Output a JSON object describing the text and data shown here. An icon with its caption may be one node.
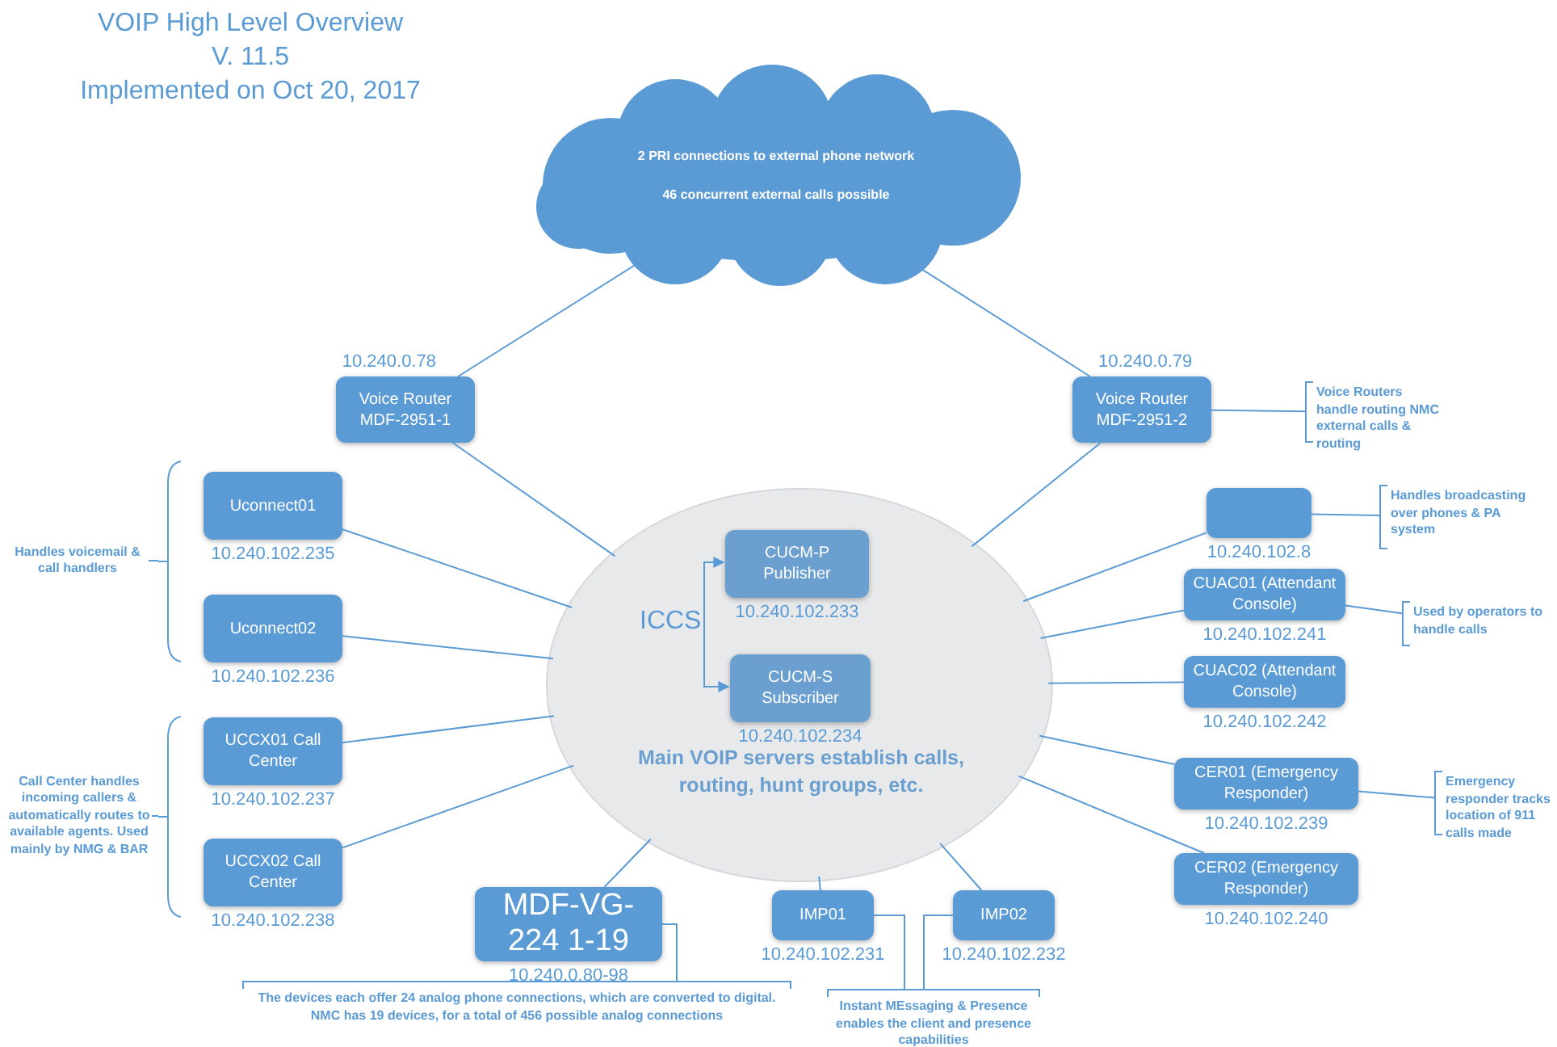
{
  "diagram": {
    "title": "VOIP High Level Overview",
    "nodes": [
      {
        "text": [
          "2 PRI connections to external phone network",
          "46 concurrent external calls possible"
        ]
      },
      {
        "text": [
          "Voice Router MDF-2951-1"
        ],
        "beside": [
          "10.240.0.78"
        ]
      },
      {
        "text": [
          "Voice Router MDF-2951-2"
        ],
        "beside": [
          "10.240.0.79"
        ]
      },
      {
        "text": [
          "Main VOIP servers establish calls, routing, hunt groups, etc."
        ]
      },
      {
        "text": [
          "CUCM-P Publisher"
        ],
        "in": 3,
        "beside": [
          "10.240.102.233"
        ]
      },
      {
        "text": [
          "CUCM-S Subscriber"
        ],
        "in": 3,
        "beside": [
          "10.240.102.234"
        ]
      },
      {
        "text": [
          "Uconnect01"
        ],
        "beside": [
          "10.240.102.235"
        ]
      },
      {
        "text": [
          "Uconnect02"
        ],
        "beside": [
          "10.240.102.236"
        ]
      },
      {
        "text": [
          "UCCX01 Call Center"
        ],
        "beside": [
          "10.240.102.237"
        ]
      },
      {
        "text": [
          "UCCX02 Call Center"
        ],
        "beside": [
          "10.240.102.238"
        ]
      },
      {
        "text": [
          "MDF-VG-224 1-19"
        ],
        "beside": [
          "10.240.0.80-98"
        ]
      },
      {
        "text": [
          "IMP01"
        ],
        "beside": [
          "10.240.102.231"
        ]
      },
      {
        "text": [
          "IMP02"
        ],
        "beside": [
          "10.240.102.232"
        ]
      },
      {
        "text": [],
        "shape": "box",
        "beside": [
          "10.240.102.8"
        ]
      },
      {
        "text": [
          "CUAC01 (Attendant Console)"
        ],
        "beside": [
          "10.240.102.241"
        ]
      },
      {
        "text": [
          "CUAC02 (Attendant Console)"
        ],
        "beside": [
          "10.240.102.242"
        ]
      },
      {
        "text": [
          "CER01 (Emergency Responder)"
        ],
        "beside": [
          "10.240.102.239"
        ]
      },
      {
        "text": [
          "CER02 (Emergency Responder)"
        ],
        "beside": [
          "10.240.102.240"
        ]
      },
      {
        "text": [
          "Voice Routers handle routing NMC external calls & routing"
        ]
      },
      {
        "text": [
          "Handles broadcasting over phones & PA system"
        ]
      },
      {
        "text": [
          "Used by operators to handle calls"
        ]
      },
      {
        "text": [
          "Emergency responder tracks location of 911 calls made"
        ]
      },
      {
        "text": [
          "Handles voicemail & call handlers"
        ]
      },
      {
        "text": [
          "Call Center handles incoming callers & automatically routes to available agents.  Used mainly by NMG & BAR"
        ]
      },
      {
        "text": [
          "The devices each offer 24 analog phone connections, which are converted to digital.  NMC has 19 devices, for a total of 456 possible analog connections"
        ]
      },
      {
        "text": [
          "Instant MEssaging & Presence enables the client and presence capabilities"
        ]
      },
      {
        "text": [],
        "shape": "bracket"
      },
      {
        "text": [],
        "shape": "bracket"
      }
    ],
    "edges": [
      {
        "from": 0,
        "to": 1,
        "arrow": "none"
      },
      {
        "from": 0,
        "to": 2,
        "arrow": "none"
      },
      {
        "from": 1,
        "to": 3,
        "arrow": "none"
      },
      {
        "from": 2,
        "to": 3,
        "arrow": "none"
      },
      {
        "from": 6,
        "to": 3,
        "arrow": "none"
      },
      {
        "from": 7,
        "to": 3,
        "arrow": "none"
      },
      {
        "from": 8,
        "to": 3,
        "arrow": "none"
      },
      {
        "from": 9,
        "to": 3,
        "arrow": "none"
      },
      {
        "from": 10,
        "to": 3,
        "arrow": "none"
      },
      {
        "from": 11,
        "to": 3,
        "arrow": "none"
      },
      {
        "from": 12,
        "to": 3,
        "arrow": "none"
      },
      {
        "from": 13,
        "to": 3,
        "arrow": "none"
      },
      {
        "from": 14,
        "to": 3,
        "arrow": "none"
      },
      {
        "from": 15,
        "to": 3,
        "arrow": "none"
      },
      {
        "from": 16,
        "to": 3,
        "arrow": "none"
      },
      {
        "from": 17,
        "to": 3,
        "arrow": "none"
      },
      {
        "from": 4,
        "to": 5,
        "arrow": "both",
        "label": "ICCS"
      },
      {
        "from": 18,
        "to": 2,
        "arrow": "none"
      },
      {
        "from": 19,
        "to": 13,
        "arrow": "none"
      },
      {
        "from": 20,
        "to": 14,
        "arrow": "none"
      },
      {
        "from": 21,
        "to": 16,
        "arrow": "none"
      },
      {
        "from": 22,
        "to": 26,
        "arrow": "none"
      },
      {
        "from": 23,
        "to": 27,
        "arrow": "none"
      },
      {
        "from": 24,
        "to": 10,
        "arrow": "none"
      },
      {
        "from": 25,
        "to": 11,
        "arrow": "none"
      },
      {
        "from": 25,
        "to": 12,
        "arrow": "none"
      }
    ],
    "labels": [
      "V. 11.5",
      "Implemented on Oct 20, 2017"
    ]
  }
}
